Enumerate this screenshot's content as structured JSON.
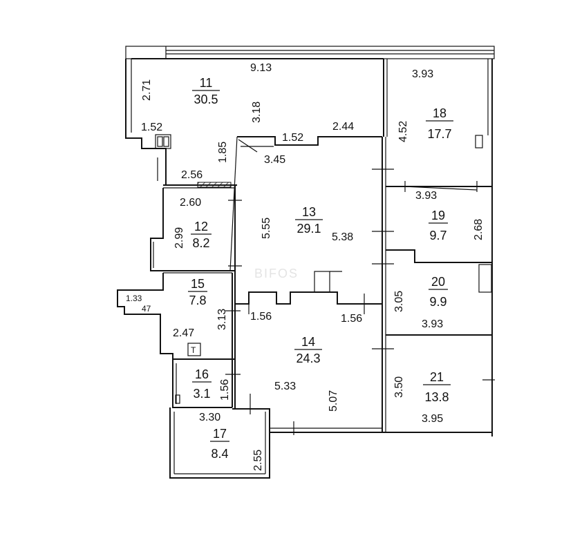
{
  "watermark": "BIFOS",
  "rooms": [
    {
      "number": "11",
      "area": "30.5"
    },
    {
      "number": "12",
      "area": "8.2"
    },
    {
      "number": "13",
      "area": "29.1"
    },
    {
      "number": "14",
      "area": "24.3"
    },
    {
      "number": "15",
      "area": "7.8"
    },
    {
      "number": "16",
      "area": "3.1"
    },
    {
      "number": "17",
      "area": "8.4"
    },
    {
      "number": "18",
      "area": "17.7"
    },
    {
      "number": "19",
      "area": "9.7"
    },
    {
      "number": "20",
      "area": "9.9"
    },
    {
      "number": "21",
      "area": "13.8"
    }
  ],
  "dimensions": [
    "9.13",
    "2.71",
    "3.18",
    "1.52",
    "1.85",
    "3.45",
    "1.52",
    "2.44",
    "2.56",
    "2.60",
    "2.99",
    "5.55",
    "5.38",
    "3.93",
    "4.52",
    "3.93",
    "2.68",
    "3.05",
    "3.93",
    "1.33",
    "47",
    "3.13",
    "1.56",
    "1.56",
    "2.47",
    "5.33",
    "5.07",
    "1.56",
    "3.50",
    "3.95",
    "3.30",
    "2.55"
  ],
  "fixture_label": "T"
}
